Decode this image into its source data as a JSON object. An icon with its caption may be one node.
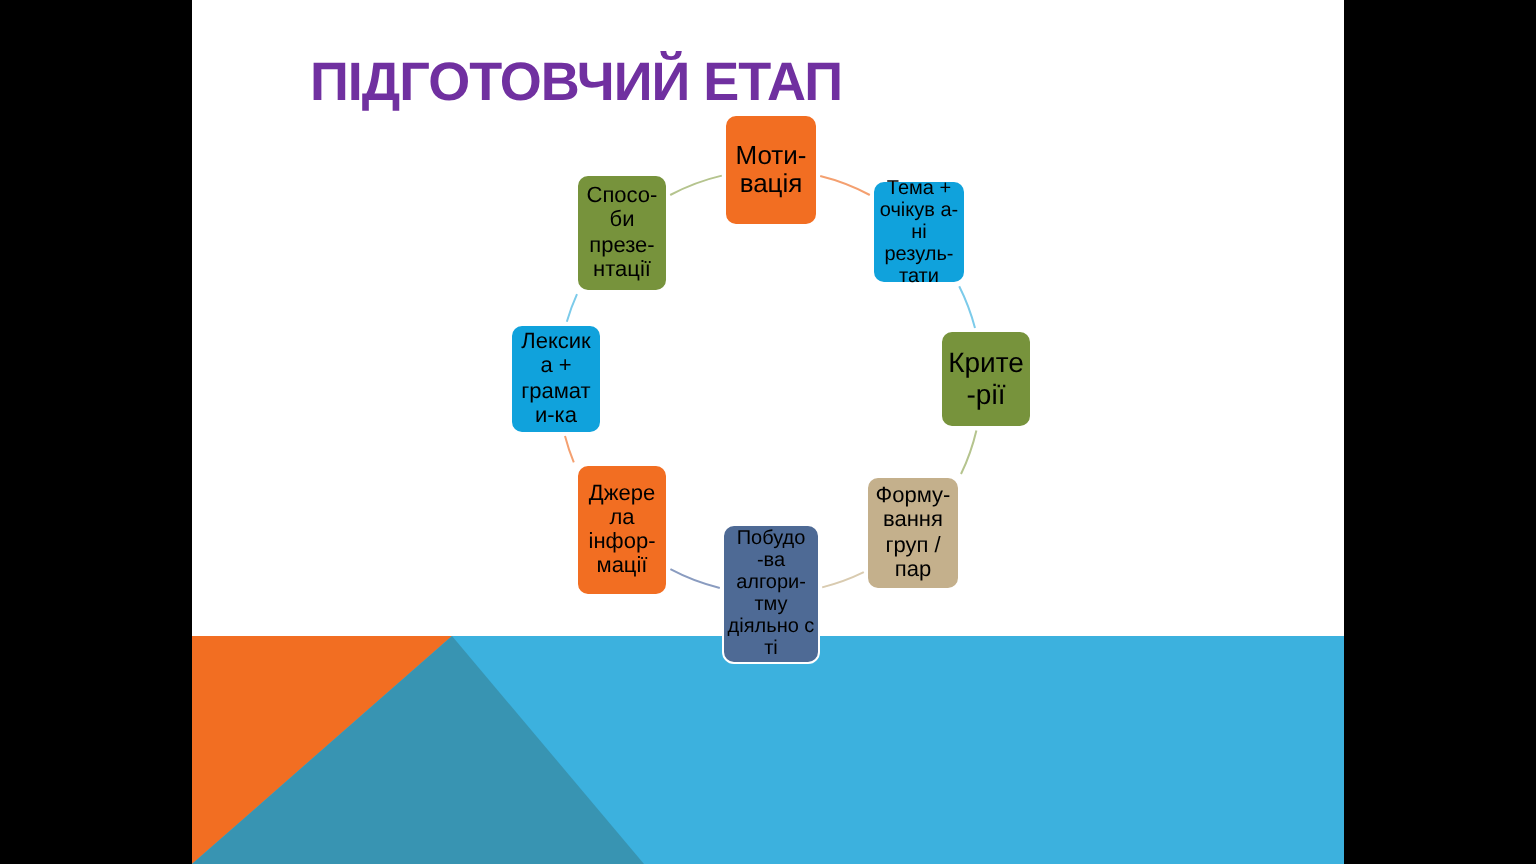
{
  "diagram": {
    "title": "ПІДГОТОВЧИЙ ЕТАП",
    "nodes": [
      {
        "text": [
          "Моти- вація"
        ]
      },
      {
        "text": [
          "Тема + очікув а-ні резуль- тати"
        ]
      },
      {
        "text": [
          "Крите -рії"
        ]
      },
      {
        "text": [
          "Форму- вання груп / пар"
        ]
      },
      {
        "text": [
          "Побудо -ва алгори- тму діяльно с ті"
        ]
      },
      {
        "text": [
          "Джере ла інфор- мації"
        ]
      },
      {
        "text": [
          "Лексик а + грамат и-ка"
        ]
      },
      {
        "text": [
          "Спосо- би презе- нтації"
        ]
      }
    ],
    "edges": [
      {
        "from": 0,
        "to": 1,
        "arrow": "none",
        "color": "#f4a070"
      },
      {
        "from": 1,
        "to": 2,
        "arrow": "none",
        "color": "#7ccbea"
      },
      {
        "from": 2,
        "to": 3,
        "arrow": "none",
        "color": "#b5c48e"
      },
      {
        "from": 3,
        "to": 4,
        "arrow": "none",
        "color": "#d9cbb0"
      },
      {
        "from": 4,
        "to": 5,
        "arrow": "none",
        "color": "#8a9cc0"
      },
      {
        "from": 5,
        "to": 6,
        "arrow": "none",
        "color": "#f4a070"
      },
      {
        "from": 6,
        "to": 7,
        "arrow": "none",
        "color": "#7ccbea"
      },
      {
        "from": 7,
        "to": 0,
        "arrow": "none",
        "color": "#b5c48e"
      }
    ]
  }
}
